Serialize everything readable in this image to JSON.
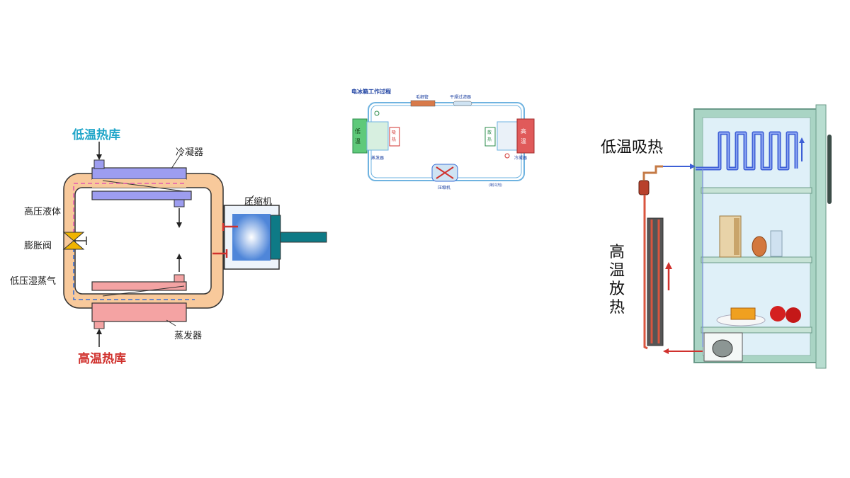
{
  "left_diagram": {
    "low_temp_reservoir": "低温热库",
    "condenser": "冷凝器",
    "compressor": "压缩机",
    "high_pressure_liquid": "高压液体",
    "expansion_valve": "膨胀阀",
    "low_pressure_wet_vapor": "低压湿蒸气",
    "evaporator": "蒸发器",
    "high_temp_reservoir": "高温热库"
  },
  "middle_diagram": {
    "title": "电冰箱工作过程",
    "capillary": "毛细管",
    "drier_filter": "干燥过滤器",
    "low_temp_a": "低",
    "low_temp_b": "温",
    "absorb_a": "吸",
    "absorb_b": "热",
    "evaporator": "蒸发器",
    "compressor": "压缩机",
    "release_a": "散",
    "release_b": "热",
    "high_temp_a": "高",
    "high_temp_b": "温",
    "condenser": "冷凝器",
    "small_note": "(制冷剂)"
  },
  "right_diagram": {
    "absorb_heat": "低温吸热",
    "release_1": "高",
    "release_2": "温",
    "release_3": "放",
    "release_4": "热"
  },
  "colors": {
    "pipe_fill": "#f8c99b",
    "condenser_blue": "#9d9df0",
    "evaporator_pink": "#f4a3a3",
    "label_blue": "#21a6c9",
    "label_red": "#d0312d",
    "fridge_cabinet": "#a9d4c4",
    "fridge_interior": "#dff0f8"
  }
}
